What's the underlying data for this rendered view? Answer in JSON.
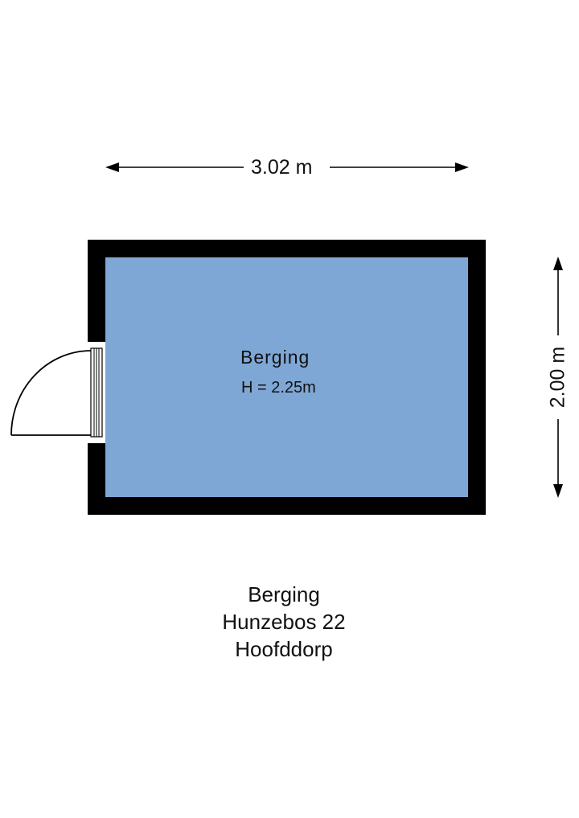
{
  "dimensions": {
    "width_label": "3.02 m",
    "height_label": "2.00 m"
  },
  "room": {
    "name": "Berging",
    "ceiling_height": "H = 2.25m",
    "fill_color": "#7ea7d5",
    "wall_color": "#000000"
  },
  "caption": {
    "line1": "Berging",
    "line2": "Hunzebos 22",
    "line3": "Hoofddorp"
  }
}
